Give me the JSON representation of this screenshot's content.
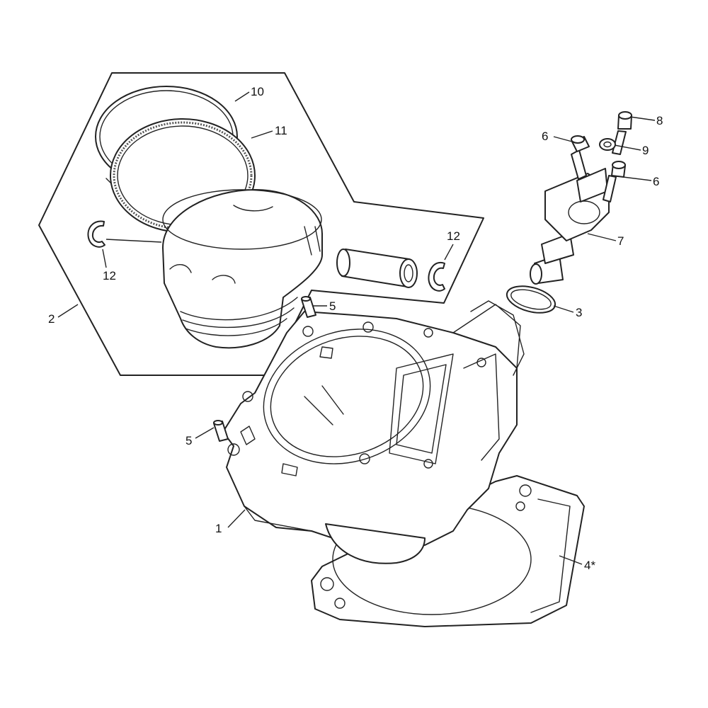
{
  "diagram": {
    "callouts": [
      {
        "id": "c1",
        "label": "1"
      },
      {
        "id": "c2",
        "label": "2"
      },
      {
        "id": "c3",
        "label": "3"
      },
      {
        "id": "c4",
        "label": "4*"
      },
      {
        "id": "c5a",
        "label": "5"
      },
      {
        "id": "c5b",
        "label": "5"
      },
      {
        "id": "c6a",
        "label": "6"
      },
      {
        "id": "c6b",
        "label": "6"
      },
      {
        "id": "c7",
        "label": "7"
      },
      {
        "id": "c8",
        "label": "8"
      },
      {
        "id": "c9",
        "label": "9"
      },
      {
        "id": "c10",
        "label": "10"
      },
      {
        "id": "c11",
        "label": "11"
      },
      {
        "id": "c12a",
        "label": "12"
      },
      {
        "id": "c12b",
        "label": "12"
      }
    ]
  }
}
